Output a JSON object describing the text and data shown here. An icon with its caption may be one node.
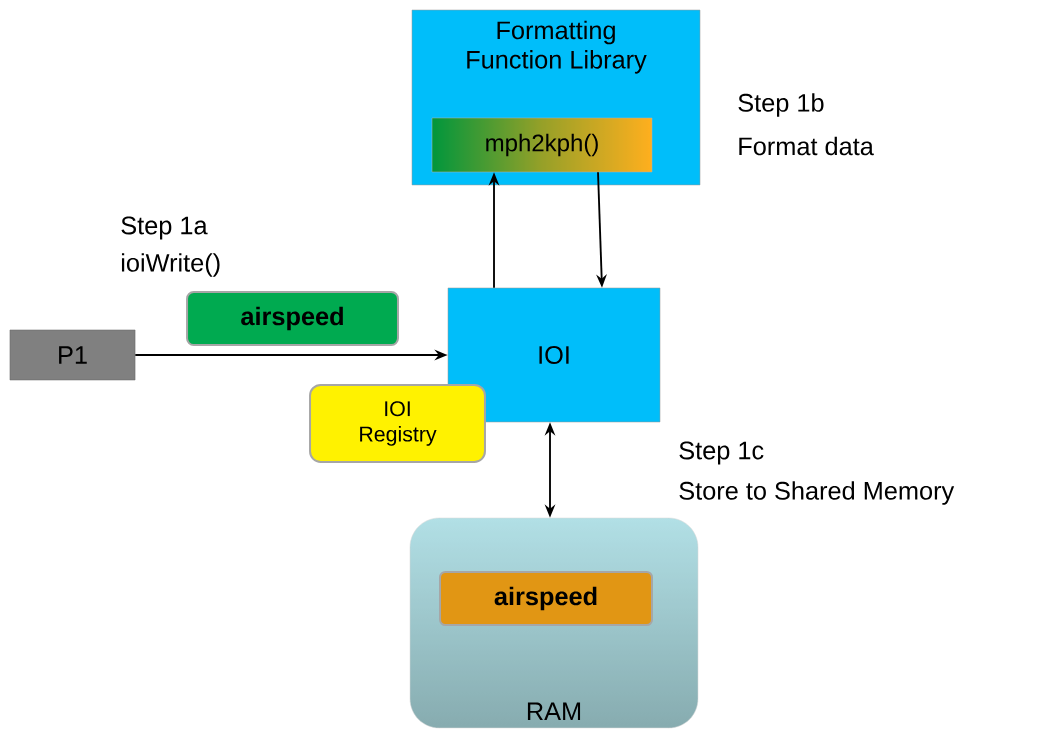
{
  "diagram": {
    "nodes": [
      {
        "text": [
          "Formatting Function Library"
        ]
      },
      {
        "text": [
          "mph2kph()"
        ],
        "in": 0
      },
      {
        "text": [
          "P1"
        ]
      },
      {
        "text": [
          "airspeed"
        ]
      },
      {
        "text": [
          "IOI"
        ]
      },
      {
        "text": [
          "IOI Registry"
        ]
      },
      {
        "text": [
          "RAM"
        ]
      },
      {
        "text": [
          "airspeed"
        ],
        "in": 6
      }
    ],
    "edges": [
      {
        "from": 2,
        "to": 4,
        "arrow": "to"
      },
      {
        "from": 4,
        "to": 1,
        "arrow": "to"
      },
      {
        "from": 1,
        "to": 4,
        "arrow": "to"
      },
      {
        "from": 4,
        "to": 6,
        "arrow": "both"
      }
    ],
    "labels": [
      "Step 1a",
      "ioiWrite()",
      "Step 1b",
      "Format data",
      "Step 1c",
      "Store to Shared Memory"
    ]
  }
}
